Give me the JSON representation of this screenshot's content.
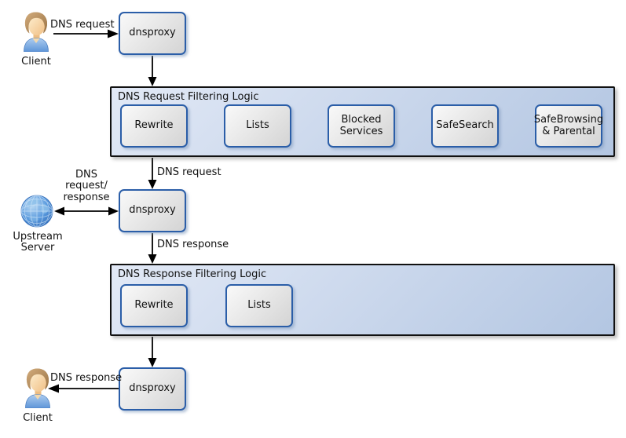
{
  "nodes": {
    "client_top": {
      "label": "Client"
    },
    "dnsproxy_top": {
      "label": "dnsproxy"
    },
    "request_filter": {
      "title": "DNS Request Filtering Logic",
      "steps": [
        "Rewrite",
        "Lists",
        "Blocked Services",
        "SafeSearch",
        "SafeBrowsing & Parental"
      ]
    },
    "dnsproxy_mid": {
      "label": "dnsproxy"
    },
    "upstream": {
      "label": "Upstream Server"
    },
    "response_filter": {
      "title": "DNS Response Filtering Logic",
      "steps": [
        "Rewrite",
        "Lists"
      ]
    },
    "dnsproxy_bottom": {
      "label": "dnsproxy"
    },
    "client_bottom": {
      "label": "Client"
    }
  },
  "edges": {
    "client_request": "DNS request",
    "filtered_request": "DNS request",
    "upstream_exchange": "DNS request/ response",
    "upstream_response": "DNS response",
    "client_response": "DNS response"
  },
  "icons": {
    "client_top": "person-icon",
    "upstream": "globe-icon",
    "client_bottom": "person-icon"
  },
  "colors": {
    "node_border": "#2b5ea8",
    "node_fill_light": "#f9f9f9",
    "node_fill_dark": "#d4d4d4",
    "container_fill_light": "#e2e9f6",
    "container_fill_dark": "#b3c6e2",
    "container_border": "#111111",
    "arrow": "#000000",
    "text": "#111111"
  }
}
